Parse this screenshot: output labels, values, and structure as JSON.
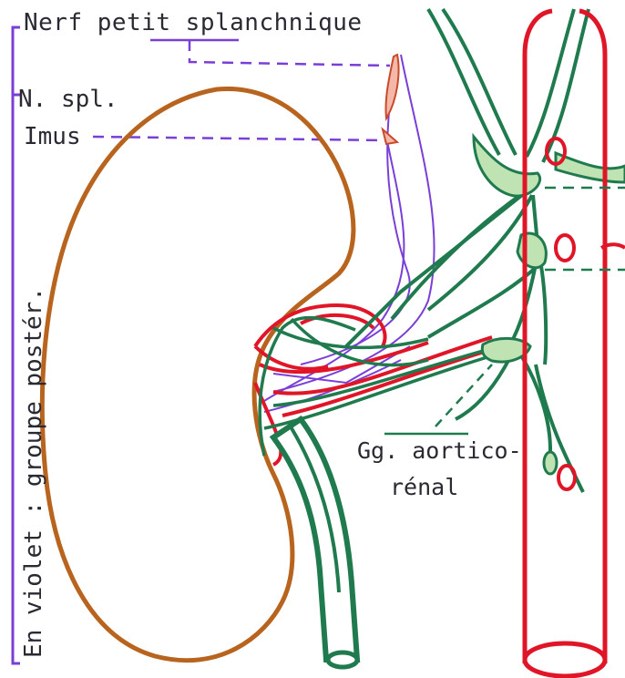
{
  "labels": {
    "nerf_petit_splanchnique": "Nerf petit splanchnique",
    "n_spl": "N. spl.",
    "imus": "Imus",
    "gg_aortico": "Gg. aortico-",
    "renal": "rénal",
    "en_violet": "En violet : groupe postér."
  },
  "colors": {
    "kidney_outline": "#b8641e",
    "nerve_green": "#1f7a4e",
    "fill_green": "#bfe3b2",
    "artery_red": "#e01528",
    "violet": "#7a3fd6",
    "text": "#2a2a33"
  }
}
